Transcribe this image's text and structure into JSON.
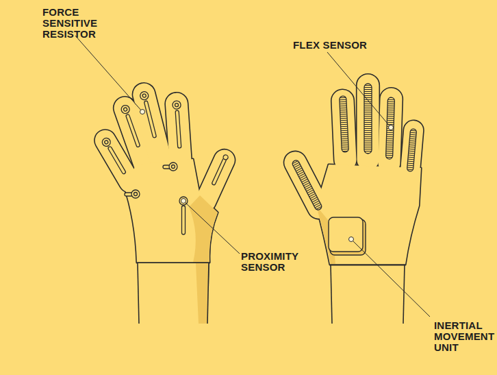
{
  "diagram": {
    "labels": [
      "FORCE SENSITIVE RESISTOR",
      "FLEX SENSOR",
      "PROXIMITY SENSOR",
      "INERTIAL MOVEMENT UNIT"
    ]
  }
}
